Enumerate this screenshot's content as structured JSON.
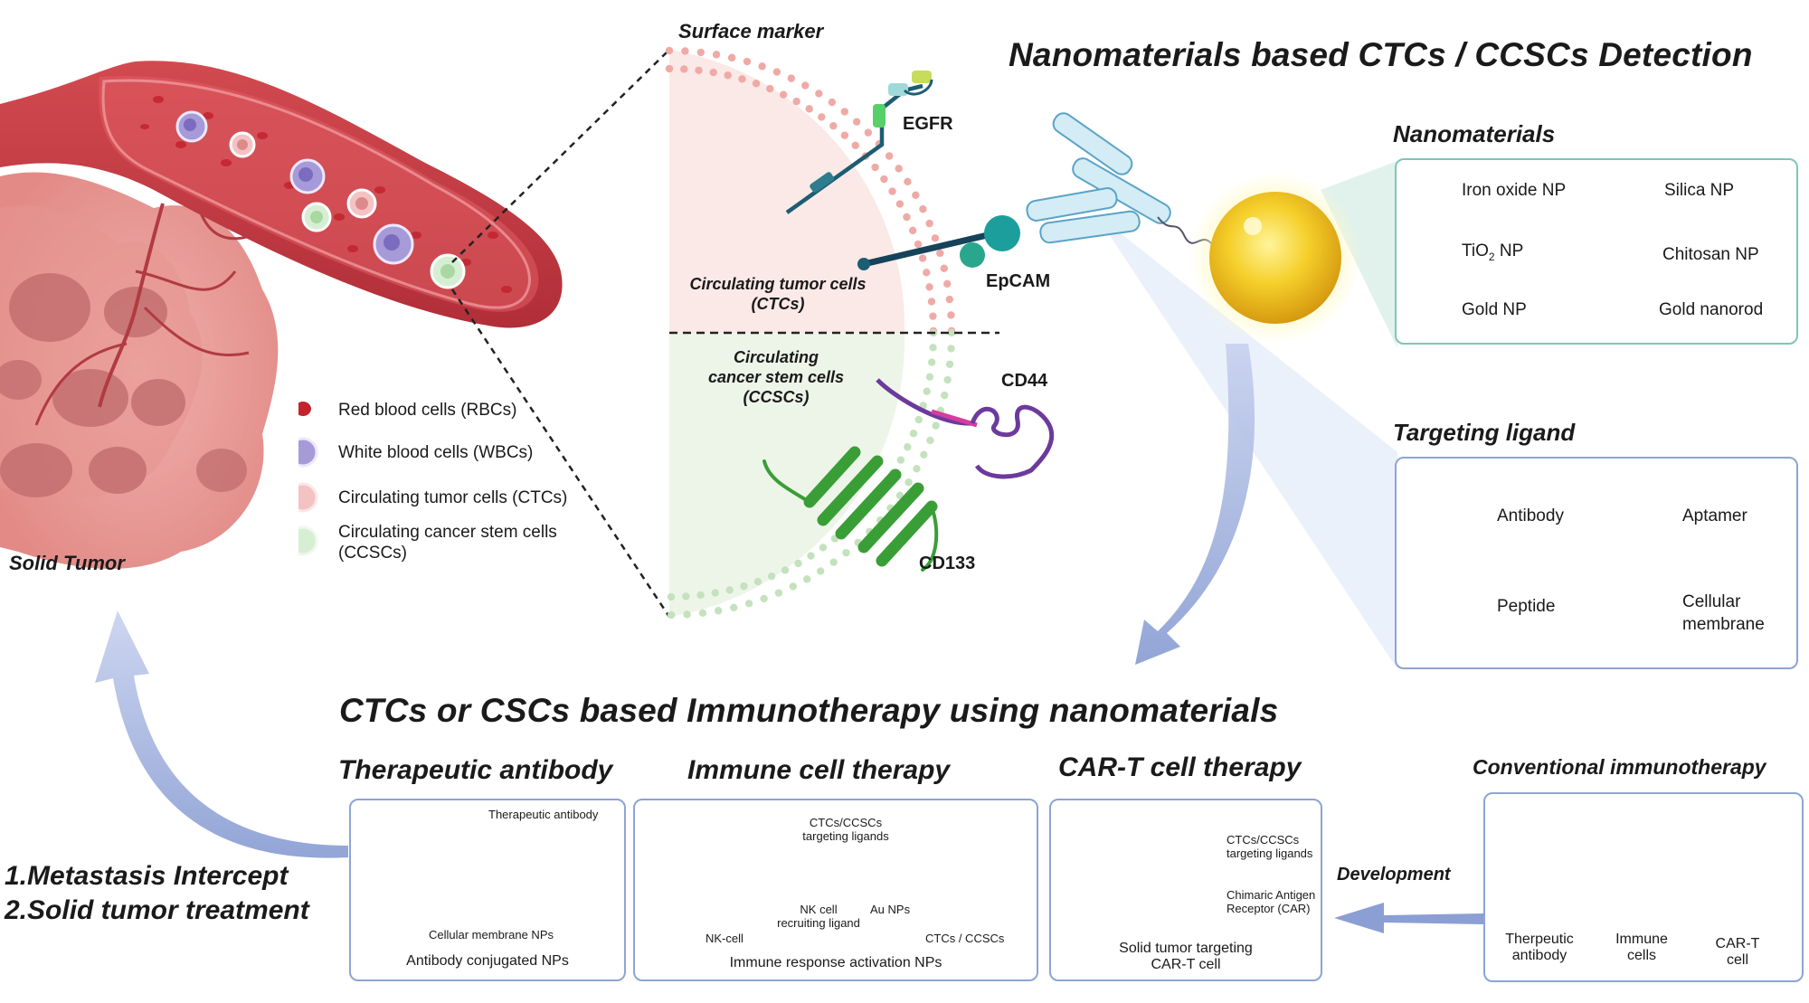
{
  "colors": {
    "vessel_red": "#c93a43",
    "tumor_pink": "#e88a88",
    "ctc_pink": "#e9a5a5",
    "ccsc_green": "#bfe3bd",
    "wbc_purple": "#a79ad9",
    "box_teal": "#7ec6b6",
    "box_blue": "#8da4d4",
    "arrow_blue": "#8b9fd4",
    "gold": "#f2c318"
  },
  "icons": [
    "antibody-icon",
    "aptamer-icon",
    "peptide-icon",
    "membrane-icon",
    "nanoparticle-icon",
    "nk-cell-icon",
    "car-t-icon"
  ],
  "headings": {
    "main": "Nanomaterials based CTCs / CCSCs Detection",
    "immunotherapy": "CTCs or CSCs based Immunotherapy using nanomaterials",
    "surface_marker": "Surface marker",
    "solid_tumor": "Solid Tumor"
  },
  "legend": {
    "rbc": "Red blood cells (RBCs)",
    "wbc": "White blood cells (WBCs)",
    "ctc": "Circulating tumor cells (CTCs)",
    "ccsc_line1": "Circulating cancer stem cells",
    "ccsc_line2": "(CCSCs)"
  },
  "membrane": {
    "ctc_label_line1": "Circulating tumor cells",
    "ctc_label_line2": "(CTCs)",
    "ccsc_label_line1": "Circulating",
    "ccsc_label_line2": "cancer stem cells",
    "ccsc_label_line3": "(CCSCs)",
    "markers": [
      "EGFR",
      "EpCAM",
      "CD44",
      "CD133"
    ]
  },
  "nanomaterials": {
    "title": "Nanomaterials",
    "items": [
      "Iron oxide NP",
      "Silica NP",
      "TiO",
      "2",
      " NP",
      "Chitosan NP",
      "Gold NP",
      "Gold nanorod"
    ]
  },
  "targeting": {
    "title": "Targeting ligand",
    "antibody": "Antibody",
    "aptamer": "Aptamer",
    "peptide": "Peptide",
    "membrane_line1": "Cellular",
    "membrane_line2": "membrane"
  },
  "therapeutic": {
    "title": "Therapeutic antibody",
    "ab_label": "Therapeutic antibody",
    "np_label": "Cellular membrane NPs",
    "caption": "Antibody conjugated NPs"
  },
  "immune": {
    "title": "Immune cell therapy",
    "ligand_line1": "CTCs/CCSCs",
    "ligand_line2": "targeting ligands",
    "nk_line1": "NK cell",
    "nk_line2": "recruiting ligand",
    "au": "Au NPs",
    "nk": "NK-cell",
    "ctc": "CTCs / CCSCs",
    "caption": "Immune response activation NPs"
  },
  "cart": {
    "title": "CAR-T cell therapy",
    "ligand_line1": "CTCs/CCSCs",
    "ligand_line2": "targeting ligands",
    "car_line1": "Chimaric Antigen",
    "car_line2": "Receptor (CAR)",
    "caption_line1": "Solid tumor targeting",
    "caption_line2": "CAR-T cell"
  },
  "conventional": {
    "title": "Conventional immunotherapy",
    "ab_line1": "Therpeutic",
    "ab_line2": "antibody",
    "cells_line1": "Immune",
    "cells_line2": "cells",
    "cart_line1": "CAR-T",
    "cart_line2": "cell"
  },
  "development": "Development",
  "outcomes": {
    "line1": "1.Metastasis Intercept",
    "line2": "2.Solid tumor treatment"
  }
}
